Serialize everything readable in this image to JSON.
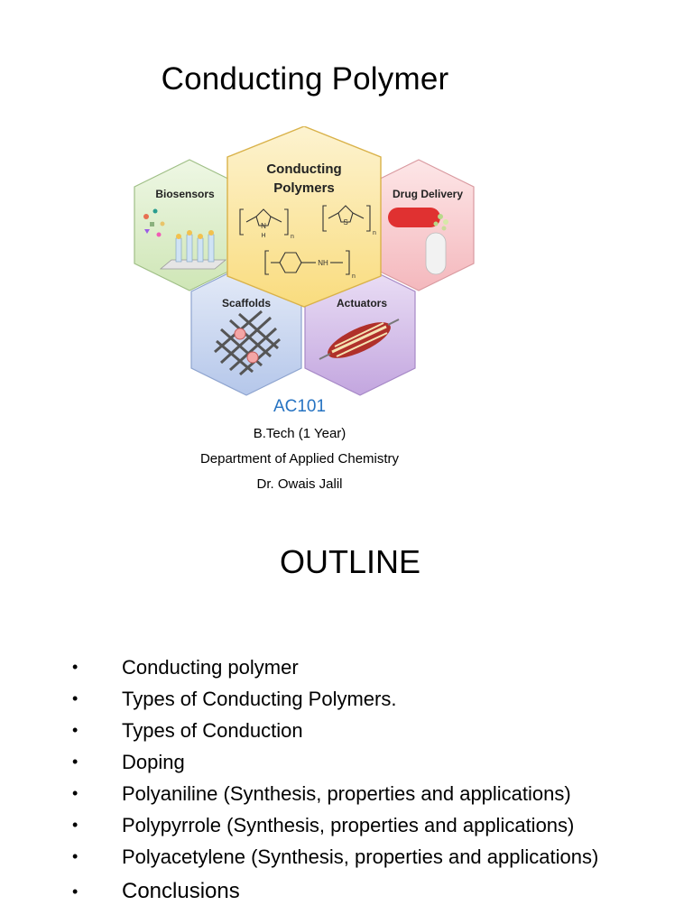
{
  "title": "Conducting Polymer",
  "graphic": {
    "center_label_1": "Conducting",
    "center_label_2": "Polymers",
    "hex_labels": {
      "biosensors": "Biosensors",
      "drug_delivery": "Drug Delivery",
      "scaffolds": "Scaffolds",
      "actuators": "Actuators"
    },
    "chem": {
      "pyrrole_atom": "N",
      "pyrrole_h": "H",
      "thiophene_atom": "S",
      "aniline_group": "NH",
      "subscript": "n"
    },
    "colors": {
      "center": "#fbe6a4",
      "biosensors": "#d8ecc4",
      "drug_delivery": "#f8c9cc",
      "scaffolds": "#c4d3ee",
      "actuators": "#d4bfe6"
    }
  },
  "course": {
    "code": "AC101",
    "program": "B.Tech (1 Year)",
    "department": "Department of Applied Chemistry",
    "instructor": "Dr. Owais Jalil"
  },
  "outline": {
    "heading": "OUTLINE",
    "bullet_symbol": "•",
    "items": [
      "Conducting polymer",
      "Types of Conducting Polymers.",
      "Types of Conduction",
      "Doping",
      "Polyaniline (Synthesis, properties and applications)",
      "Polypyrrole (Synthesis, properties and applications)",
      "Polyacetylene (Synthesis, properties and applications)",
      "Conclusions"
    ]
  }
}
